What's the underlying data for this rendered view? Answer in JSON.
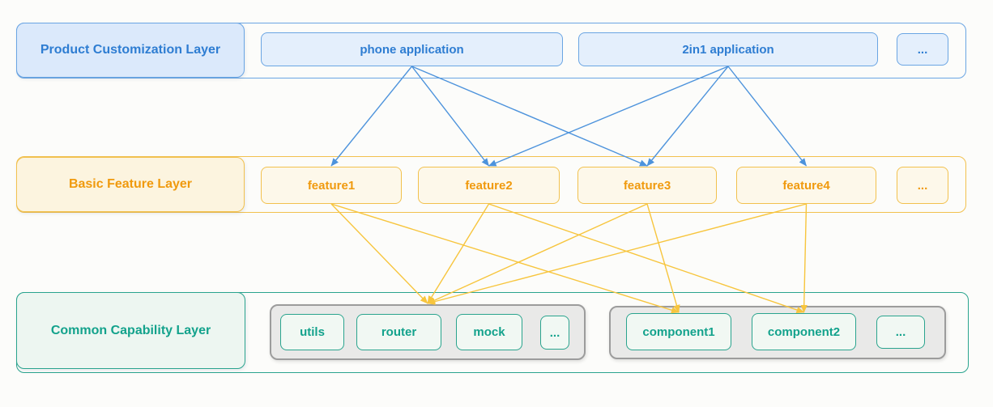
{
  "background": "#fcfcfa",
  "colors": {
    "blue_border": "#6aa5e3",
    "blue_text": "#2e7dd2",
    "gold_border": "#f2c14e",
    "orange_text": "#f09a0e",
    "teal_border": "#2aa48e",
    "teal_text": "#13a28c",
    "gray_group": "#e9e9e8",
    "edge_blue": "#4d93dc",
    "edge_gold": "#f7c53d"
  },
  "layers": {
    "product": {
      "label": "Product Customization Layer",
      "items": [
        {
          "id": "phone-app",
          "label": "phone application"
        },
        {
          "id": "app-2in1",
          "label": "2in1 application"
        },
        {
          "id": "apps-more",
          "label": "..."
        }
      ]
    },
    "feature": {
      "label": "Basic Feature Layer",
      "items": [
        {
          "id": "feature1",
          "label": "feature1"
        },
        {
          "id": "feature2",
          "label": "feature2"
        },
        {
          "id": "feature3",
          "label": "feature3"
        },
        {
          "id": "feature4",
          "label": "feature4"
        },
        {
          "id": "features-more",
          "label": "..."
        }
      ]
    },
    "capability": {
      "label": "Common Capability Layer",
      "groups": [
        {
          "id": "libs-group",
          "items": [
            {
              "id": "utils",
              "label": "utils"
            },
            {
              "id": "router",
              "label": "router"
            },
            {
              "id": "mock",
              "label": "mock"
            },
            {
              "id": "libs-more",
              "label": "..."
            }
          ]
        },
        {
          "id": "components-group",
          "items": [
            {
              "id": "component1",
              "label": "component1"
            },
            {
              "id": "component2",
              "label": "component2"
            },
            {
              "id": "components-more",
              "label": "..."
            }
          ]
        }
      ]
    }
  },
  "edges": [
    {
      "from": "phone-app",
      "to": "feature1",
      "color": "edge_blue"
    },
    {
      "from": "phone-app",
      "to": "feature2",
      "color": "edge_blue"
    },
    {
      "from": "phone-app",
      "to": "feature3",
      "color": "edge_blue"
    },
    {
      "from": "app-2in1",
      "to": "feature2",
      "color": "edge_blue"
    },
    {
      "from": "app-2in1",
      "to": "feature3",
      "color": "edge_blue"
    },
    {
      "from": "app-2in1",
      "to": "feature4",
      "color": "edge_blue"
    },
    {
      "from": "feature1",
      "to": "libs-group",
      "color": "edge_gold"
    },
    {
      "from": "feature2",
      "to": "libs-group",
      "color": "edge_gold"
    },
    {
      "from": "feature3",
      "to": "libs-group",
      "color": "edge_gold"
    },
    {
      "from": "feature4",
      "to": "libs-group",
      "color": "edge_gold"
    },
    {
      "from": "feature1",
      "to": "component1",
      "color": "edge_gold"
    },
    {
      "from": "feature3",
      "to": "component1",
      "color": "edge_gold"
    },
    {
      "from": "feature2",
      "to": "component2",
      "color": "edge_gold"
    },
    {
      "from": "feature4",
      "to": "component2",
      "color": "edge_gold"
    }
  ]
}
